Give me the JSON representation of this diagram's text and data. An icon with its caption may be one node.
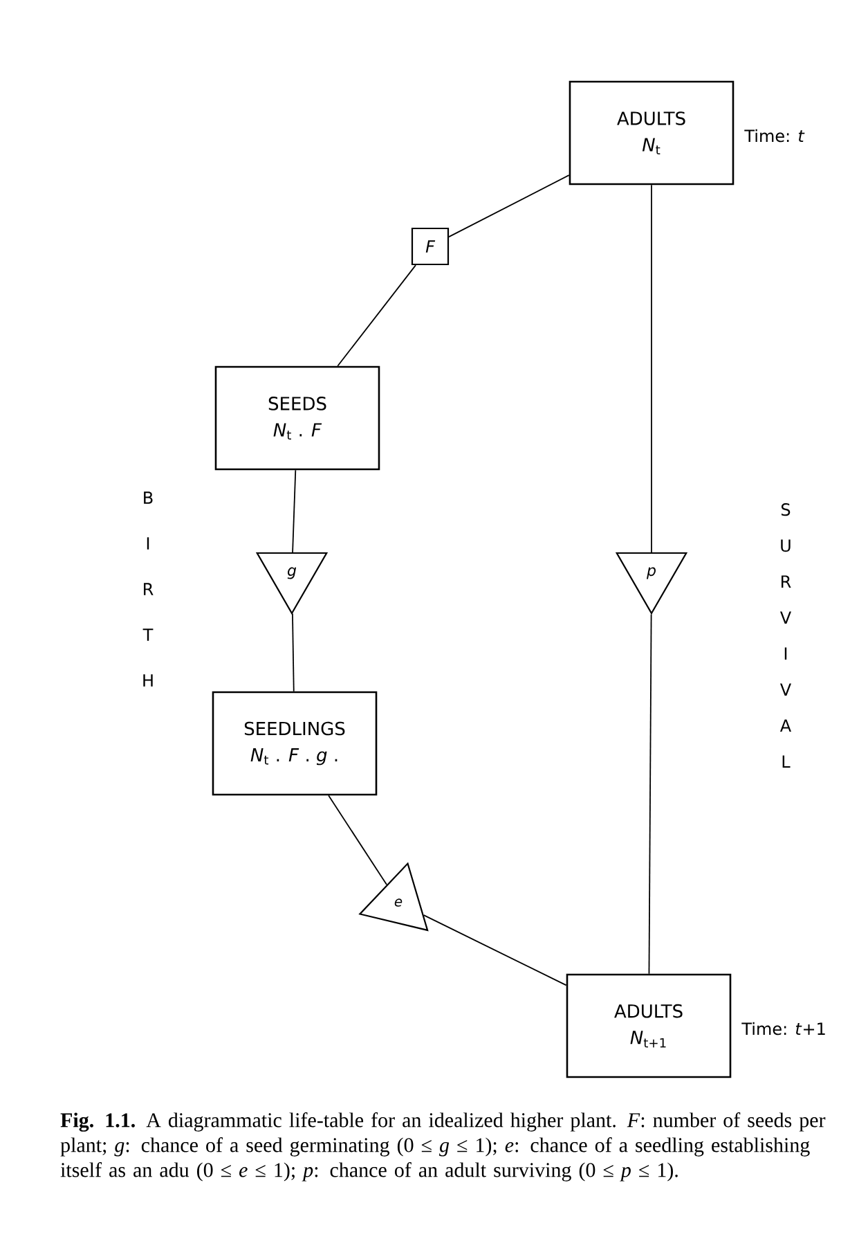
{
  "diagram": {
    "caption": "**Fig. 1.1.** A diagrammatic life-table for an idealized higher plant. *F*: number of seeds per plant; *g*: chance of a seed germinating (0 ≤ *g* ≤ 1); *e*: chance of a seedling establishing itself as an adu (0 ≤ *e* ≤ 1); *p*: chance of an adult surviving (0 ≤ *p* ≤ 1).",
    "nodes": [
      {
        "text": [
          "ADULTS",
          "*N*$_{t}$"
        ],
        "beside": [
          "Time: *t*"
        ]
      },
      {
        "text": [
          "F"
        ]
      },
      {
        "text": [
          "SEEDS",
          "*N*$_{t}$ . *F*"
        ]
      },
      {
        "text": [
          "g"
        ]
      },
      {
        "text": [
          "SEEDLINGS",
          "*N*$_{t}$ . *F* . *g* ."
        ]
      },
      {
        "text": [
          "e"
        ]
      },
      {
        "text": [
          "p"
        ]
      },
      {
        "text": [
          "ADULTS",
          "*N*$_{t+1}$"
        ],
        "beside": [
          "Time: *t*+1"
        ]
      }
    ],
    "edges": [
      {
        "from": 0,
        "to": 1,
        "arrow": "none"
      },
      {
        "from": 1,
        "to": 2,
        "arrow": "none"
      },
      {
        "from": 2,
        "to": 3,
        "arrow": "none"
      },
      {
        "from": 3,
        "to": 4,
        "arrow": "none"
      },
      {
        "from": 4,
        "to": 5,
        "arrow": "none"
      },
      {
        "from": 5,
        "to": 7,
        "arrow": "none"
      },
      {
        "from": 0,
        "to": 6,
        "arrow": "none"
      },
      {
        "from": 6,
        "to": 7,
        "arrow": "none"
      }
    ],
    "labels": [
      "BIRTH",
      "SURVIVAL"
    ]
  }
}
